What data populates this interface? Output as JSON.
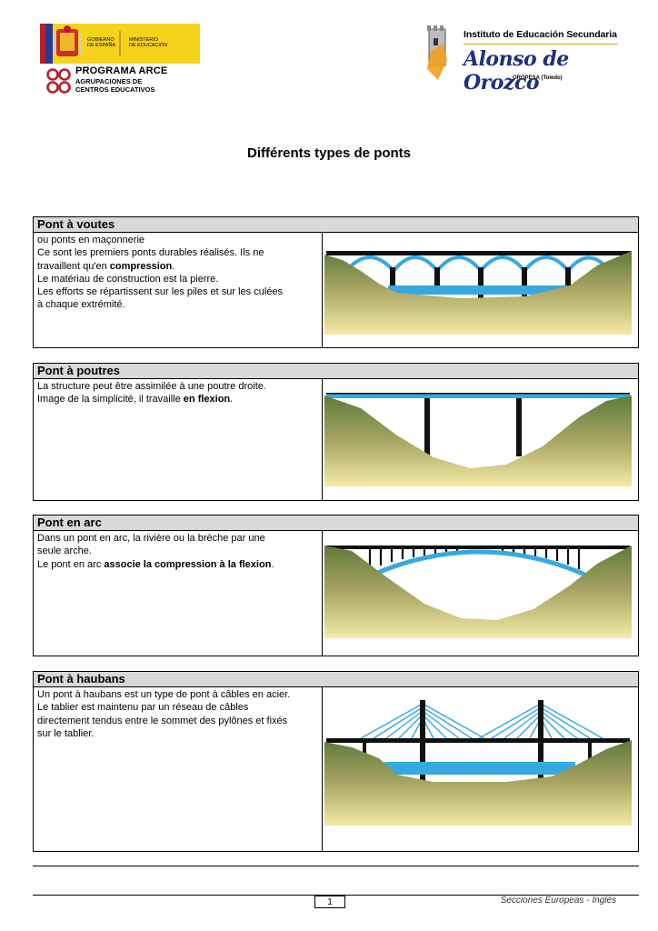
{
  "header": {
    "gov_left": "GOBIERNO\nDE ESPAÑA",
    "gov_right": "MINISTERIO\nDE EDUCACIÓN",
    "arce_title": "PROGRAMA ARCE",
    "arce_sub1": "AGRUPACIONES DE",
    "arce_sub2": "CENTROS EDUCATIVOS",
    "ies_line1": "Instituto de Educación Secundaria",
    "ies_line2": "Alonso de Orozco",
    "ies_line3": "OROPESA (Toledo)"
  },
  "title": "Différents types de ponts",
  "sections": [
    {
      "heading": "Pont à voutes",
      "lines": [
        [
          "ou ponts en maçonnerie"
        ],
        [
          "Ce sont les premiers ponts durables réalisés. Ils ne"
        ],
        [
          "travaillent qu'en ",
          {
            "b": "compression"
          },
          "."
        ],
        [
          "Le matériau de construction est la pierre."
        ],
        [
          "Les efforts se répartissent sur les piles et sur les culées"
        ],
        [
          "à chaque extrémité."
        ]
      ]
    },
    {
      "heading": "Pont à poutres",
      "lines": [
        [
          "La structure peut être assimilée à une poutre droite."
        ],
        [
          "Image de la simplicité, il travaille ",
          {
            "b": "en flexion"
          },
          "."
        ]
      ]
    },
    {
      "heading": "Pont en arc",
      "lines": [
        [
          "Dans un pont en arc, la rivière ou la brèche par une"
        ],
        [
          "seule arche."
        ],
        [
          "Le pont en arc ",
          {
            "b": "associe la compression à la flexion"
          },
          "."
        ]
      ]
    },
    {
      "heading": "Pont à haubans",
      "lines": [
        [
          "Un pont à haubans est un type de pont à câbles en acier."
        ],
        [
          "Le tablier est maintenu par un réseau de câbles"
        ],
        [
          "directement tendus entre le sommet des pylônes et fixés"
        ],
        [
          "sur le tablier."
        ]
      ]
    }
  ],
  "footer": {
    "page_number": "1",
    "right_text": "Secciones Europeas - Inglés"
  },
  "colors": {
    "accent_blue": "#35a9e0",
    "ground_green": "#5f7a3a",
    "ground_sand": "#efe6a6",
    "header_gray": "#d9d9d9",
    "gov_yellow": "#f6d31b",
    "arce_red": "#b3202a",
    "ies_blue": "#1c2f80"
  }
}
